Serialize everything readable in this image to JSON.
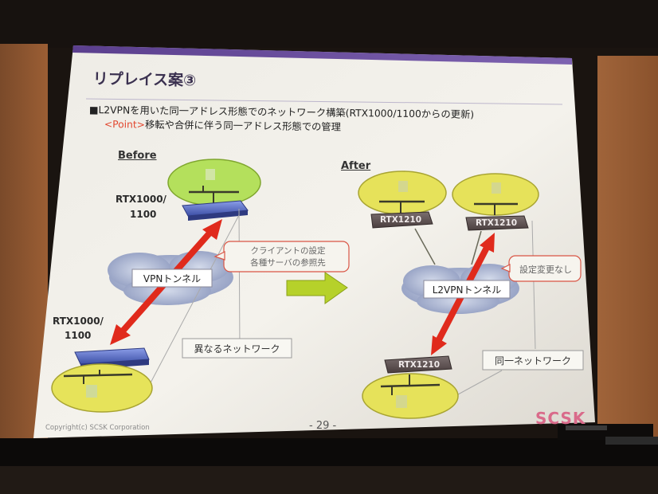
{
  "slide": {
    "title": "リプレイス案③",
    "bullet_line1": "■L2VPNを用いた同一アドレス形態でのネットワーク構築(RTX1000/1100からの更新)",
    "point_tag": "<Point>",
    "point_text": "移転や合併に伴う同一アドレス形態での管理",
    "footer_copyright": "Copyright(c) SCSK Corporation",
    "page_number": "- 29 -",
    "logo_text": "SCSK"
  },
  "diagram": {
    "before": {
      "heading": "Before",
      "router_top_label_1": "RTX1000/",
      "router_top_label_2": "1100",
      "router_bottom_label_1": "RTX1000/",
      "router_bottom_label_2": "1100",
      "tunnel_label": "VPNトンネル",
      "callout_1": "クライアントの設定",
      "callout_2": "各種サーバの参照先",
      "network_label": "異なるネットワーク"
    },
    "after": {
      "heading": "After",
      "router_1": "RTX1210",
      "router_2": "RTX1210",
      "router_3": "RTX1210",
      "tunnel_label": "L2VPNトンネル",
      "callout": "設定変更なし",
      "network_label": "同一ネットワーク"
    }
  },
  "colors": {
    "accent_purple": "#6b4f9e",
    "arrow_red": "#e02a1c",
    "lan_green": "#aedd5c",
    "lan_yellow": "#e6e25a",
    "cloud": "#a9b4cf",
    "transition_arrow": "#b6d12a"
  }
}
